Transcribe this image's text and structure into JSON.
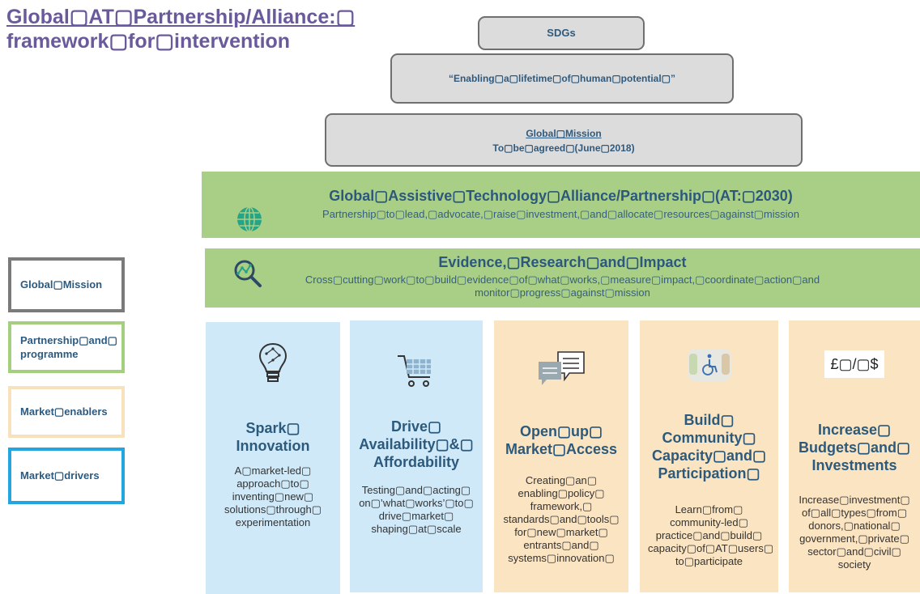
{
  "title": {
    "line1": "Global▢AT▢Partnership/Alliance:▢",
    "line2": "framework▢for▢intervention"
  },
  "pyramid": {
    "top": "SDGs",
    "middle": "“Enabling▢a▢lifetime▢of▢human▢potential▢”",
    "mission_title": "Global▢Mission",
    "mission_sub": "To▢be▢agreed▢(June▢2018)"
  },
  "bands": {
    "alliance": {
      "title": "Global▢Assistive▢Technology▢Alliance/Partnership▢(AT:▢2030)",
      "subtitle": "Partnership▢to▢lead,▢advocate,▢raise▢investment,▢and▢allocate▢resources▢against▢mission"
    },
    "evidence": {
      "title": "Evidence,▢Research▢and▢Impact",
      "subtitle1": "Cross▢cutting▢work▢to▢build▢evidence▢of▢what▢works,▢measure▢impact,▢coordinate▢action▢and",
      "subtitle2": "monitor▢progress▢against▢mission"
    }
  },
  "legend": [
    {
      "label": "Global▢Mission",
      "color": "#7a7a7a"
    },
    {
      "label": "Partnership▢and▢ programme",
      "color": "#a3cf7e"
    },
    {
      "label": "Market▢enablers",
      "color": "#f7e2bd"
    },
    {
      "label": "Market▢drivers",
      "color": "#23a6e0"
    }
  ],
  "columns": [
    {
      "heading": "Spark▢ Innovation",
      "desc": "A▢market-led▢ approach▢to▢ inventing▢new▢ solutions▢through▢ experimentation",
      "icon": "lightbulb-icon"
    },
    {
      "heading": "Drive▢ Availability▢&▢ Affordability",
      "desc": "Testing▢and▢acting▢ on▢’what▢works’▢to▢ drive▢market▢ shaping▢at▢scale",
      "icon": "shopping-cart-icon"
    },
    {
      "heading": "Open▢up▢ Market▢Access",
      "desc": "Creating▢an▢ enabling▢policy▢ framework,▢ standards▢and▢tools▢ for▢new▢market▢ entrants▢and▢ systems▢innovation▢",
      "icon": "chat-bubbles-icon"
    },
    {
      "heading": "Build▢ Community▢ Capacity▢and▢ Participation▢",
      "desc": "Learn▢from▢ community-led▢ practice▢and▢build▢ capacity▢of▢AT▢users▢ to▢participate",
      "icon": "wheelchair-icon"
    },
    {
      "heading": "Increase▢ Budgets▢and▢ Investments",
      "desc": "Increase▢investment▢ of▢all▢types▢from▢ donors,▢national▢ government,▢private▢ sector▢and▢civil▢ society",
      "currency": "£▢/▢$",
      "icon": "currency-icon"
    }
  ]
}
